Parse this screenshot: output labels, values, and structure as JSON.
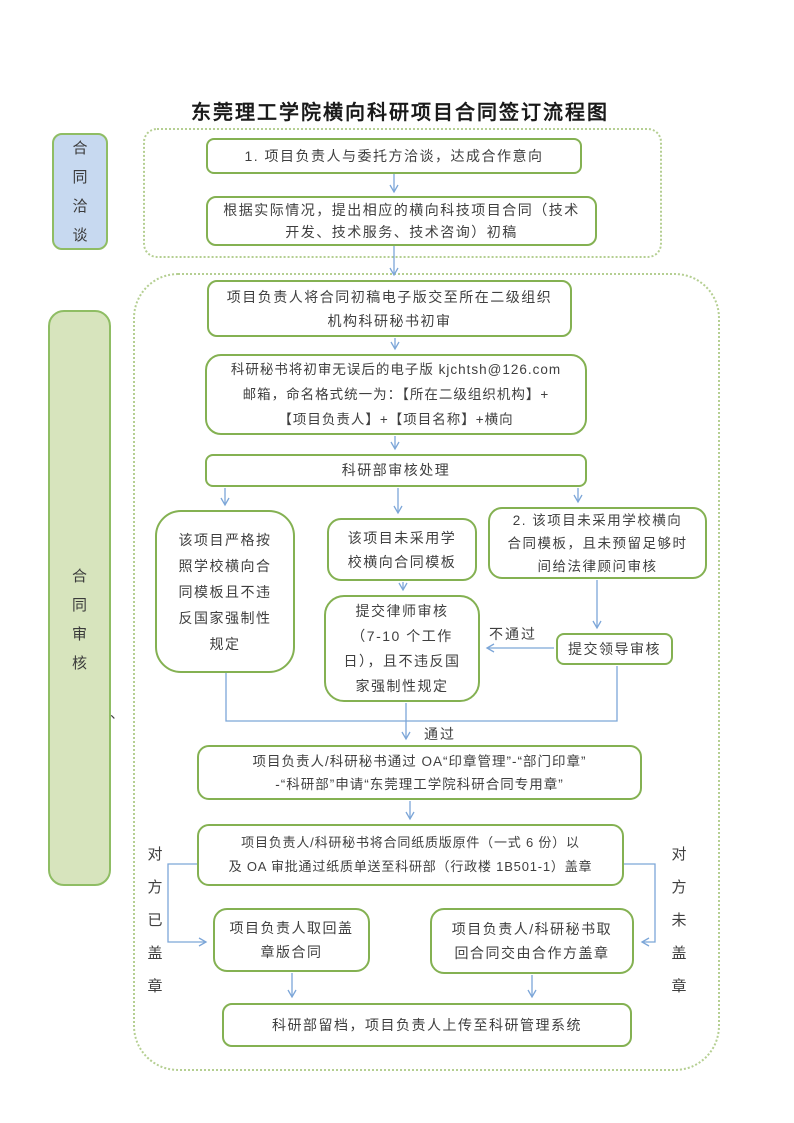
{
  "page": {
    "title": "东莞理工学院横向科研项目合同签订流程图"
  },
  "colors": {
    "box_border_green": "#84b152",
    "dashed_border_green": "#b5cf92",
    "arrow_blue": "#7ca6d8",
    "sidebar_negotiation_fill": "#c7d9f0",
    "sidebar_review_fill": "#d7e4bd",
    "text": "#3f3f3f"
  },
  "sidebar": {
    "negotiation": "合同洽谈",
    "review": "合同审核",
    "stray_mark": "、"
  },
  "flow": {
    "step1": "1. 项目负责人与委托方洽谈，达成合作意向",
    "step2": "根据实际情况，提出相应的横向科技项目合同（技术\n开发、技术服务、技术咨询）初稿",
    "step3": "项目负责人将合同初稿电子版交至所在二级组织\n机构科研秘书初审",
    "step4": "科研秘书将初审无误后的电子版 kjchtsh@126.com\n邮箱，命名格式统一为：【所在二级组织机构】+\n【项目负责人】+【项目名称】+横向",
    "step5": "科研部审核处理",
    "branch_strict": "该项目严格按\n照学校横向合\n同模板且不违\n反国家强制性\n规定",
    "branch_no_template": "该项目未采用学\n校横向合同模板",
    "lawyer_review": "提交律师审核\n（7-10 个工作\n日），且不违反国\n家强制性规定",
    "branch_no_time": "2. 该项目未采用学校横向\n合同模板，且未预留足够时\n间给法律顾问审核",
    "leader_review": "提交领导审核",
    "seal_apply": "项目负责人/科研秘书通过 OA“印章管理”-“部门印章”\n-“科研部”申请“东莞理工学院科研合同专用章”",
    "paper_submit": "项目负责人/科研秘书将合同纸质版原件（一式 6 份）以\n及 OA 审批通过纸质单送至科研部（行政楼 1B501-1）盖章",
    "retrieve_sealed": "项目负责人取回盖\n章版合同",
    "retrieve_partner": "项目负责人/科研秘书取\n回合同交由合作方盖章",
    "archive": "科研部留档，项目负责人上传至科研管理系统"
  },
  "edge_labels": {
    "pass": "通过",
    "fail": "不通过",
    "partner_sealed": "对方已盖章",
    "partner_not_sealed": "对方未盖章"
  }
}
